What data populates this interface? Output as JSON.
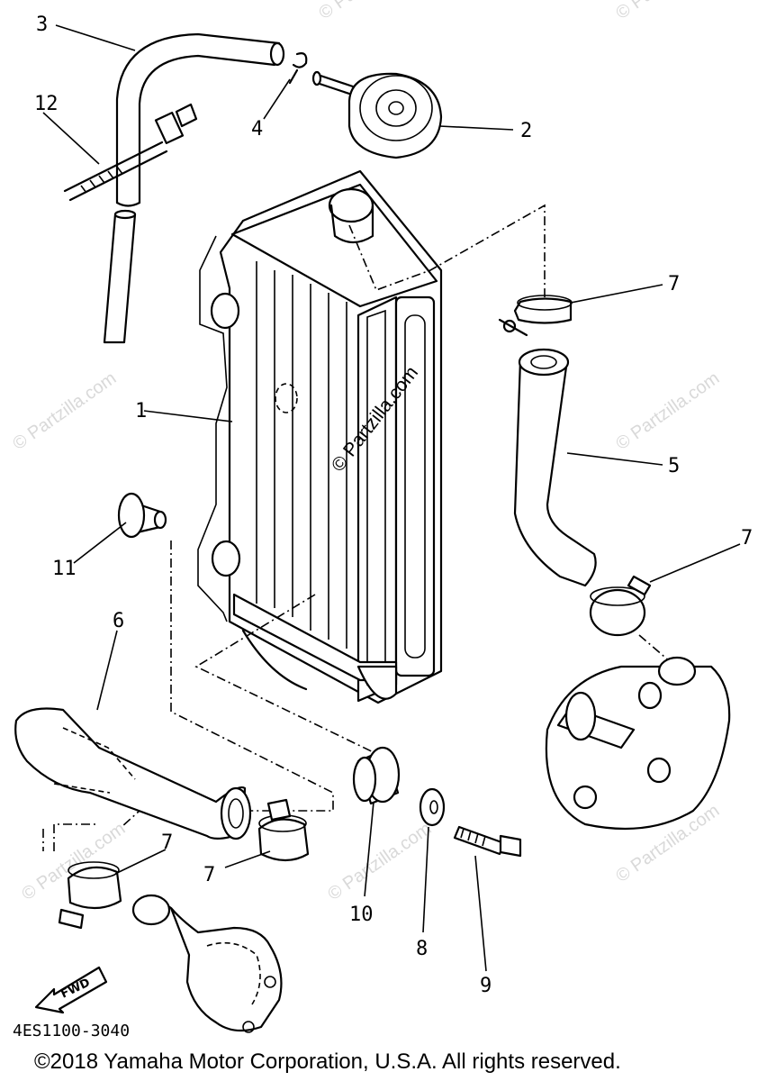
{
  "diagram": {
    "callouts": [
      "1",
      "2",
      "3",
      "4",
      "5",
      "6",
      "7",
      "8",
      "9",
      "10",
      "11",
      "12"
    ],
    "part_code": "4ES1100-3040",
    "copyright": "©2018 Yamaha Motor Corporation, U.S.A. All rights reserved.",
    "watermark": "© Partzilla.com",
    "fwd_label": "FWD"
  }
}
